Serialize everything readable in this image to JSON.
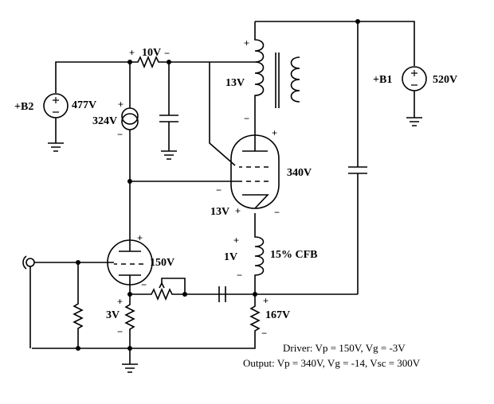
{
  "labels": {
    "top_resistor_voltage": "10V",
    "transformer_voltage": "13V",
    "b1_source": "+B1",
    "b1_voltage": "520V",
    "b2_source": "+B2",
    "b2_voltage": "477V",
    "ccs_voltage": "324V",
    "output_tube_voltage": "340V",
    "output_cathode_voltage": "13V",
    "cfb_voltage": "1V",
    "cfb_label": "15% CFB",
    "driver_tube_voltage": "150V",
    "driver_cathode_voltage": "3V",
    "load_resistor_voltage": "167V"
  },
  "notes": {
    "driver": "Driver: Vp = 150V, Vg = -3V",
    "output": "Output: Vp = 340V, Vg = -14, Vsc = 300V"
  },
  "polarity": {
    "plus": "+",
    "minus": "−"
  }
}
